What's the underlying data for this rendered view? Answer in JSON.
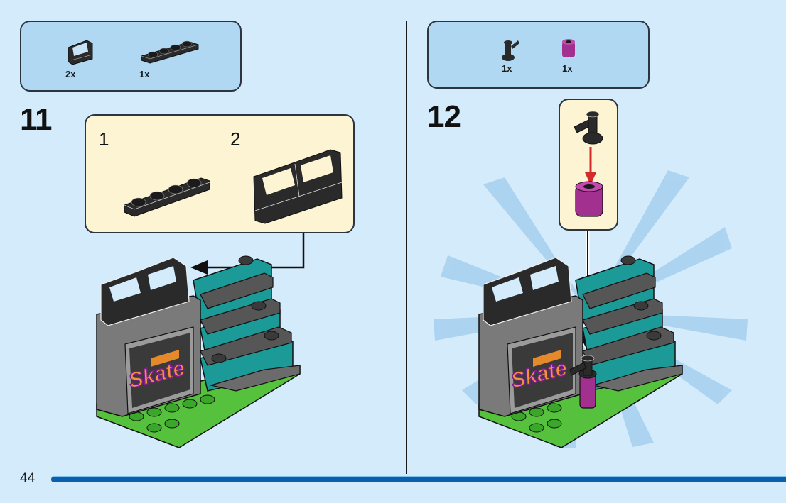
{
  "page": {
    "page_number": "44",
    "accent_color": "#0b5fad",
    "background_color": "#d3ebfb"
  },
  "steps": [
    {
      "number": "11",
      "parts": [
        {
          "name": "black handle tile 1x2",
          "quantity": "2x",
          "color": "#2a2a2a"
        },
        {
          "name": "black plate 1x4",
          "quantity": "1x",
          "color": "#2a2a2a"
        }
      ],
      "sub_steps": [
        {
          "number": "1",
          "part": "black plate 1x4"
        },
        {
          "number": "2",
          "part": "two black handle tiles side by side"
        }
      ],
      "model_label": "Skate"
    },
    {
      "number": "12",
      "parts": [
        {
          "name": "black tap / faucet piece",
          "quantity": "1x",
          "color": "#2a2a2a"
        },
        {
          "name": "magenta round brick 1x1",
          "quantity": "1x",
          "color": "#a2308f"
        }
      ],
      "callout": {
        "top_part": "black tap",
        "bottom_part": "magenta round brick",
        "arrow_color": "#d42a2a"
      },
      "model_label": "Skate"
    }
  ]
}
